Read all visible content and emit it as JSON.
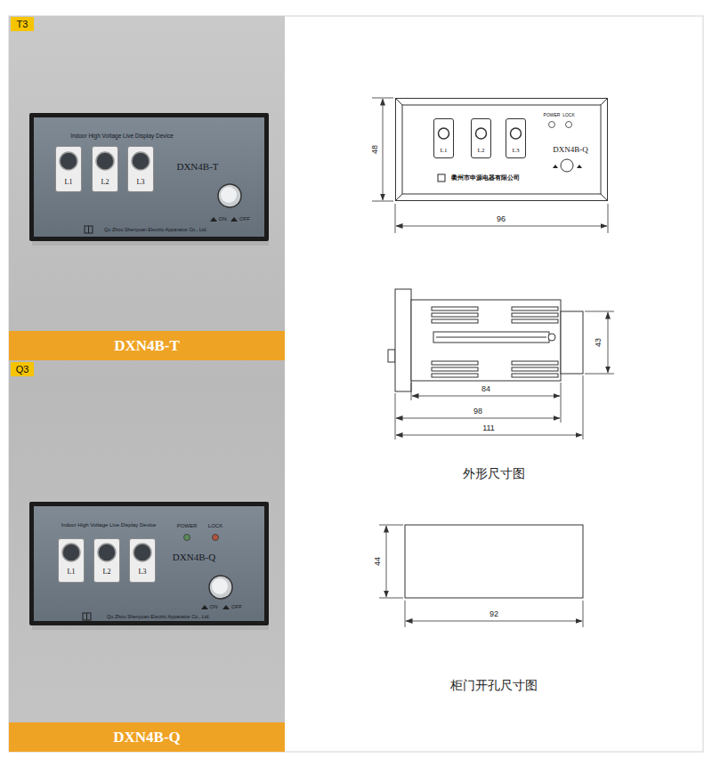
{
  "diagram": {
    "nodes": [
      {
        "text": [
          "T3"
        ]
      },
      {
        "text": [
          "Indoor High Voltage Live Display Device",
          "DXN4B-T",
          "Qu Zhou Shenyuan Electric Apparatus Co., Ltd.",
          "ON",
          "OFF"
        ]
      },
      {
        "text": [
          "L1"
        ],
        "in": 1
      },
      {
        "text": [
          "L2"
        ],
        "in": 1
      },
      {
        "text": [
          "L3"
        ],
        "in": 1
      },
      {
        "text": [
          "DXN4B-T"
        ]
      },
      {
        "text": [
          "Q3"
        ]
      },
      {
        "text": [
          "Indoor High Voltage Live Display Device",
          "POWER",
          "LOCK",
          "DXN4B-Q",
          "Qu Zhou Shenyuan Electric Apparatus Co., Ltd.",
          "ON",
          "OFF"
        ]
      },
      {
        "text": [
          "L1"
        ],
        "in": 7
      },
      {
        "text": [
          "L2"
        ],
        "in": 7
      },
      {
        "text": [
          "L3"
        ],
        "in": 7
      },
      {
        "text": [
          "DXN4B-Q"
        ]
      },
      {
        "text": [
          "POWER",
          "LOCK",
          "DXN4B-Q",
          "衢州市申源电器有限公司"
        ]
      },
      {
        "text": [
          "L1"
        ],
        "in": 12
      },
      {
        "text": [
          "L2"
        ],
        "in": 12
      },
      {
        "text": [
          "L3"
        ],
        "in": 12
      }
    ],
    "labels": [
      "48",
      "96",
      "43",
      "84",
      "98",
      "111",
      "外形尺寸图",
      "44",
      "92",
      "柜门开孔尺寸图"
    ]
  }
}
